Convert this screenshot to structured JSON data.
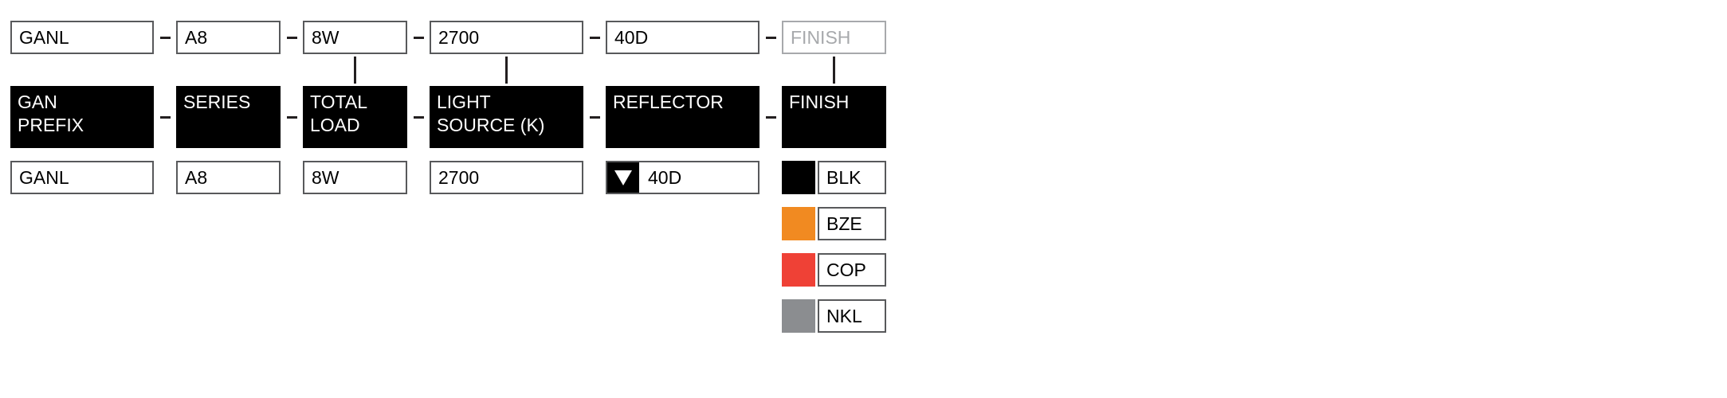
{
  "colors": {
    "background": "#ffffff",
    "box_border": "#58595B",
    "muted_border": "#A7A9AC",
    "muted_text": "#A7A9AC",
    "header_bg": "#000000",
    "header_text": "#ffffff",
    "connector": "#231F20"
  },
  "code_row": {
    "gan_prefix": "GANL",
    "series": "A8",
    "total_load": "8W",
    "light_source": "2700",
    "reflector": "40D",
    "finish": "FINISH"
  },
  "headers": {
    "gan_prefix": [
      "GAN",
      "PREFIX"
    ],
    "series": [
      "SERIES"
    ],
    "total_load": [
      "TOTAL",
      "LOAD"
    ],
    "light_source": [
      "LIGHT",
      "SOURCE (K)"
    ],
    "reflector": [
      "REFLECTOR"
    ],
    "finish": [
      "FINISH"
    ]
  },
  "options": {
    "gan_prefix": "GANL",
    "series": "A8",
    "total_load": "8W",
    "light_source": "2700",
    "reflector": "40D"
  },
  "finish_options": [
    {
      "code": "BLK",
      "color": "#000000"
    },
    {
      "code": "BZE",
      "color": "#F18A21"
    },
    {
      "code": "COP",
      "color": "#EF4136"
    },
    {
      "code": "NKL",
      "color": "#8B8D90"
    }
  ]
}
